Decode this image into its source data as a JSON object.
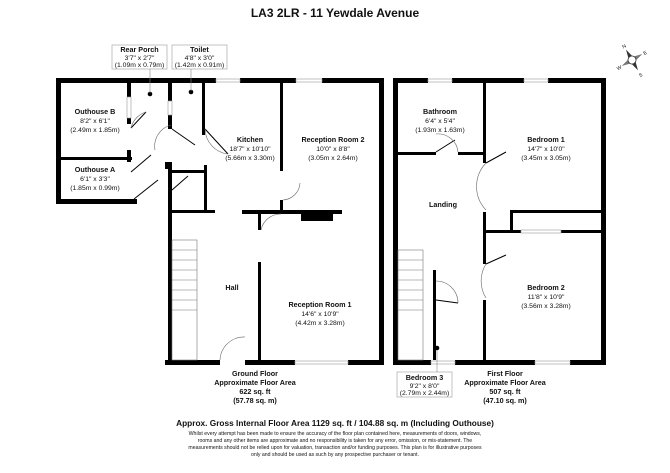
{
  "title": "LA3 2LR - 11 Yewdale Avenue",
  "ground_floor": {
    "rooms": [
      {
        "name": "Rear Porch",
        "imperial": "3'7\" x 2'7\"",
        "metric": "(1.09m x 0.79m)"
      },
      {
        "name": "Toilet",
        "imperial": "4'8\" x 3'0\"",
        "metric": "(1.42m x 0.91m)"
      },
      {
        "name": "Outhouse B",
        "imperial": "8'2\" x 6'1\"",
        "metric": "(2.49m x 1.85m)"
      },
      {
        "name": "Outhouse A",
        "imperial": "6'1\" x 3'3\"",
        "metric": "(1.85m x 0.99m)"
      },
      {
        "name": "Kitchen",
        "imperial": "18'7\" x 10'10\"",
        "metric": "(5.66m x 3.30m)"
      },
      {
        "name": "Reception Room 2",
        "imperial": "10'0\" x 8'8\"",
        "metric": "(3.05m x 2.64m)"
      },
      {
        "name": "Hall"
      },
      {
        "name": "Reception Room 1",
        "imperial": "14'6\" x 10'9\"",
        "metric": "(4.42m x 3.28m)"
      }
    ],
    "label": "Ground Floor",
    "area_label": "Approximate Floor Area",
    "area_sqft": "622 sq. ft",
    "area_sqm": "(57.78 sq. m)"
  },
  "first_floor": {
    "rooms": [
      {
        "name": "Bathroom",
        "imperial": "6'4\" x 5'4\"",
        "metric": "(1.93m x 1.63m)"
      },
      {
        "name": "Bedroom 1",
        "imperial": "14'7\" x 10'0\"",
        "metric": "(3.45m x 3.05m)"
      },
      {
        "name": "Landing"
      },
      {
        "name": "Bedroom 2",
        "imperial": "11'8\" x 10'9\"",
        "metric": "(3.56m x 3.28m)"
      },
      {
        "name": "Bedroom 3",
        "imperial": "9'2\" x 8'0\"",
        "metric": "(2.79m x 2.44m)"
      }
    ],
    "label": "First Floor",
    "area_label": "Approximate Floor Area",
    "area_sqft": "507 sq. ft",
    "area_sqm": "(47.10 sq. m)"
  },
  "gross_area": "Approx. Gross Internal Floor Area 1129 sq. ft / 104.88 sq. m (Including Outhouse)",
  "disclaimer": [
    "Whilst every attempt has been made to ensure the accuracy of the floor plan contained here, measurements of doors, windows,",
    "rooms and any other items are approximate and no responsibility is taken for any error, omission, or mis-statement. The",
    "measurements should not be relied upon for valuation, transaction and/or funding purposes. This plan is for illustrative purposes",
    "only and should be used as such by any prospective purchaser or tenant."
  ],
  "compass": {
    "labels": [
      "N",
      "E",
      "S",
      "W"
    ]
  }
}
